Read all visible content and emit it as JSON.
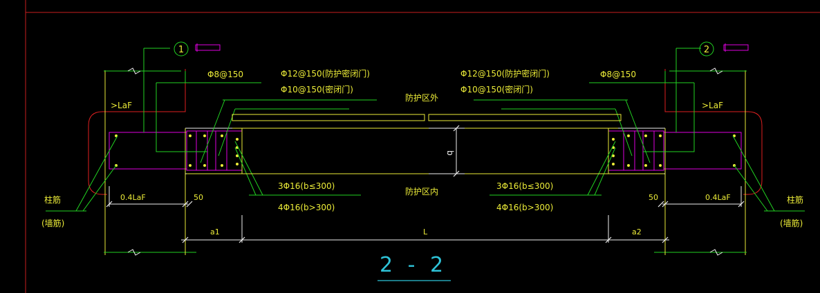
{
  "title": "2 - 2",
  "colors": {
    "background": "#000000",
    "frame": "#c81e1e",
    "green": "#22d322",
    "yellow": "#ecec38",
    "white": "#f0f0f0",
    "magenta": "#e000e0",
    "cyan": "#2ec3d8",
    "red": "#e02020"
  },
  "callouts": {
    "left": "1",
    "right": "2"
  },
  "labels": {
    "left_stirrup": "Φ8@150",
    "right_stirrup": "Φ8@150",
    "left_top_rebar_1": "Φ12@150(防护密闭门)",
    "left_top_rebar_2": "Φ10@150(密闭门)",
    "right_top_rebar_1": "Φ12@150(防护密闭门)",
    "right_top_rebar_2": "Φ10@150(密闭门)",
    "outside_zone": "防护区外",
    "inside_zone": "防护区内",
    "height_b": "b",
    "left_bottom_rebar_1": "3Φ16(b≤300)",
    "left_bottom_rebar_2": "4Φ16(b>300)",
    "right_bottom_rebar_1": "3Φ16(b≤300)",
    "right_bottom_rebar_2": "4Φ16(b>300)",
    "left_anchor": ">LaF",
    "right_anchor": ">LaF",
    "left_anchor_04": "0.4LaF",
    "right_anchor_04": "0.4LaF",
    "left_50": "50",
    "right_50": "50",
    "left_column": "柱筋",
    "left_wall": "(墙筋)",
    "right_column": "柱筋",
    "right_wall": "(墙筋)",
    "dim_a1": "a1",
    "dim_L": "L",
    "dim_a2": "a2"
  }
}
